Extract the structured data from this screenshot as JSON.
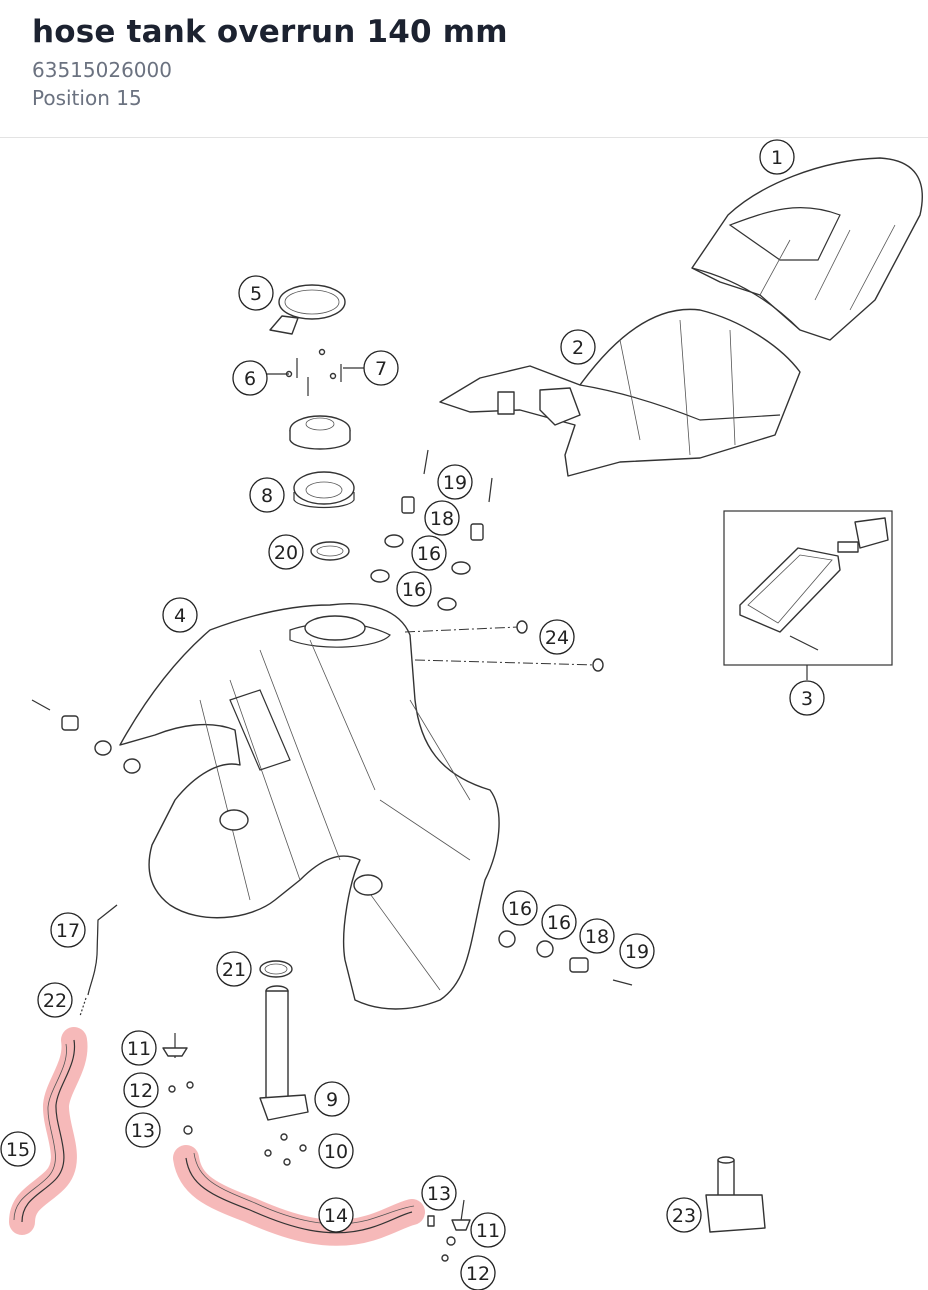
{
  "header": {
    "title": "hose tank overrun 140 mm",
    "part_number": "63515026000",
    "position": "Position 15"
  },
  "callouts": [
    {
      "id": "c1",
      "label": "1"
    },
    {
      "id": "c2",
      "label": "2"
    },
    {
      "id": "c3",
      "label": "3"
    },
    {
      "id": "c4",
      "label": "4"
    },
    {
      "id": "c5",
      "label": "5"
    },
    {
      "id": "c6",
      "label": "6"
    },
    {
      "id": "c7",
      "label": "7"
    },
    {
      "id": "c8",
      "label": "8"
    },
    {
      "id": "c9",
      "label": "9"
    },
    {
      "id": "c10",
      "label": "10"
    },
    {
      "id": "c11a",
      "label": "11"
    },
    {
      "id": "c11b",
      "label": "11"
    },
    {
      "id": "c12a",
      "label": "12"
    },
    {
      "id": "c12b",
      "label": "12"
    },
    {
      "id": "c13a",
      "label": "13"
    },
    {
      "id": "c13b",
      "label": "13"
    },
    {
      "id": "c14",
      "label": "14"
    },
    {
      "id": "c15",
      "label": "15"
    },
    {
      "id": "c16a",
      "label": "16"
    },
    {
      "id": "c16b",
      "label": "16"
    },
    {
      "id": "c16c",
      "label": "16"
    },
    {
      "id": "c16d",
      "label": "16"
    },
    {
      "id": "c17",
      "label": "17"
    },
    {
      "id": "c18a",
      "label": "18"
    },
    {
      "id": "c18b",
      "label": "18"
    },
    {
      "id": "c19a",
      "label": "19"
    },
    {
      "id": "c19b",
      "label": "19"
    },
    {
      "id": "c20",
      "label": "20"
    },
    {
      "id": "c21",
      "label": "21"
    },
    {
      "id": "c22",
      "label": "22"
    },
    {
      "id": "c23",
      "label": "23"
    },
    {
      "id": "c24",
      "label": "24"
    }
  ],
  "highlight": {
    "color": "#f08a8a",
    "positions": [
      "15",
      "14"
    ]
  }
}
